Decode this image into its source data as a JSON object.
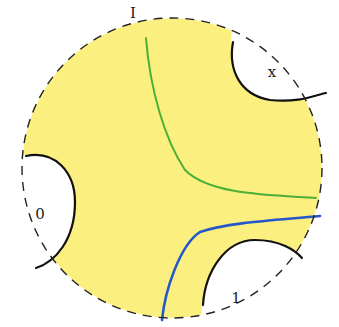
{
  "diagram": {
    "labels": [
      "I",
      "x",
      "0",
      "1"
    ]
  }
}
